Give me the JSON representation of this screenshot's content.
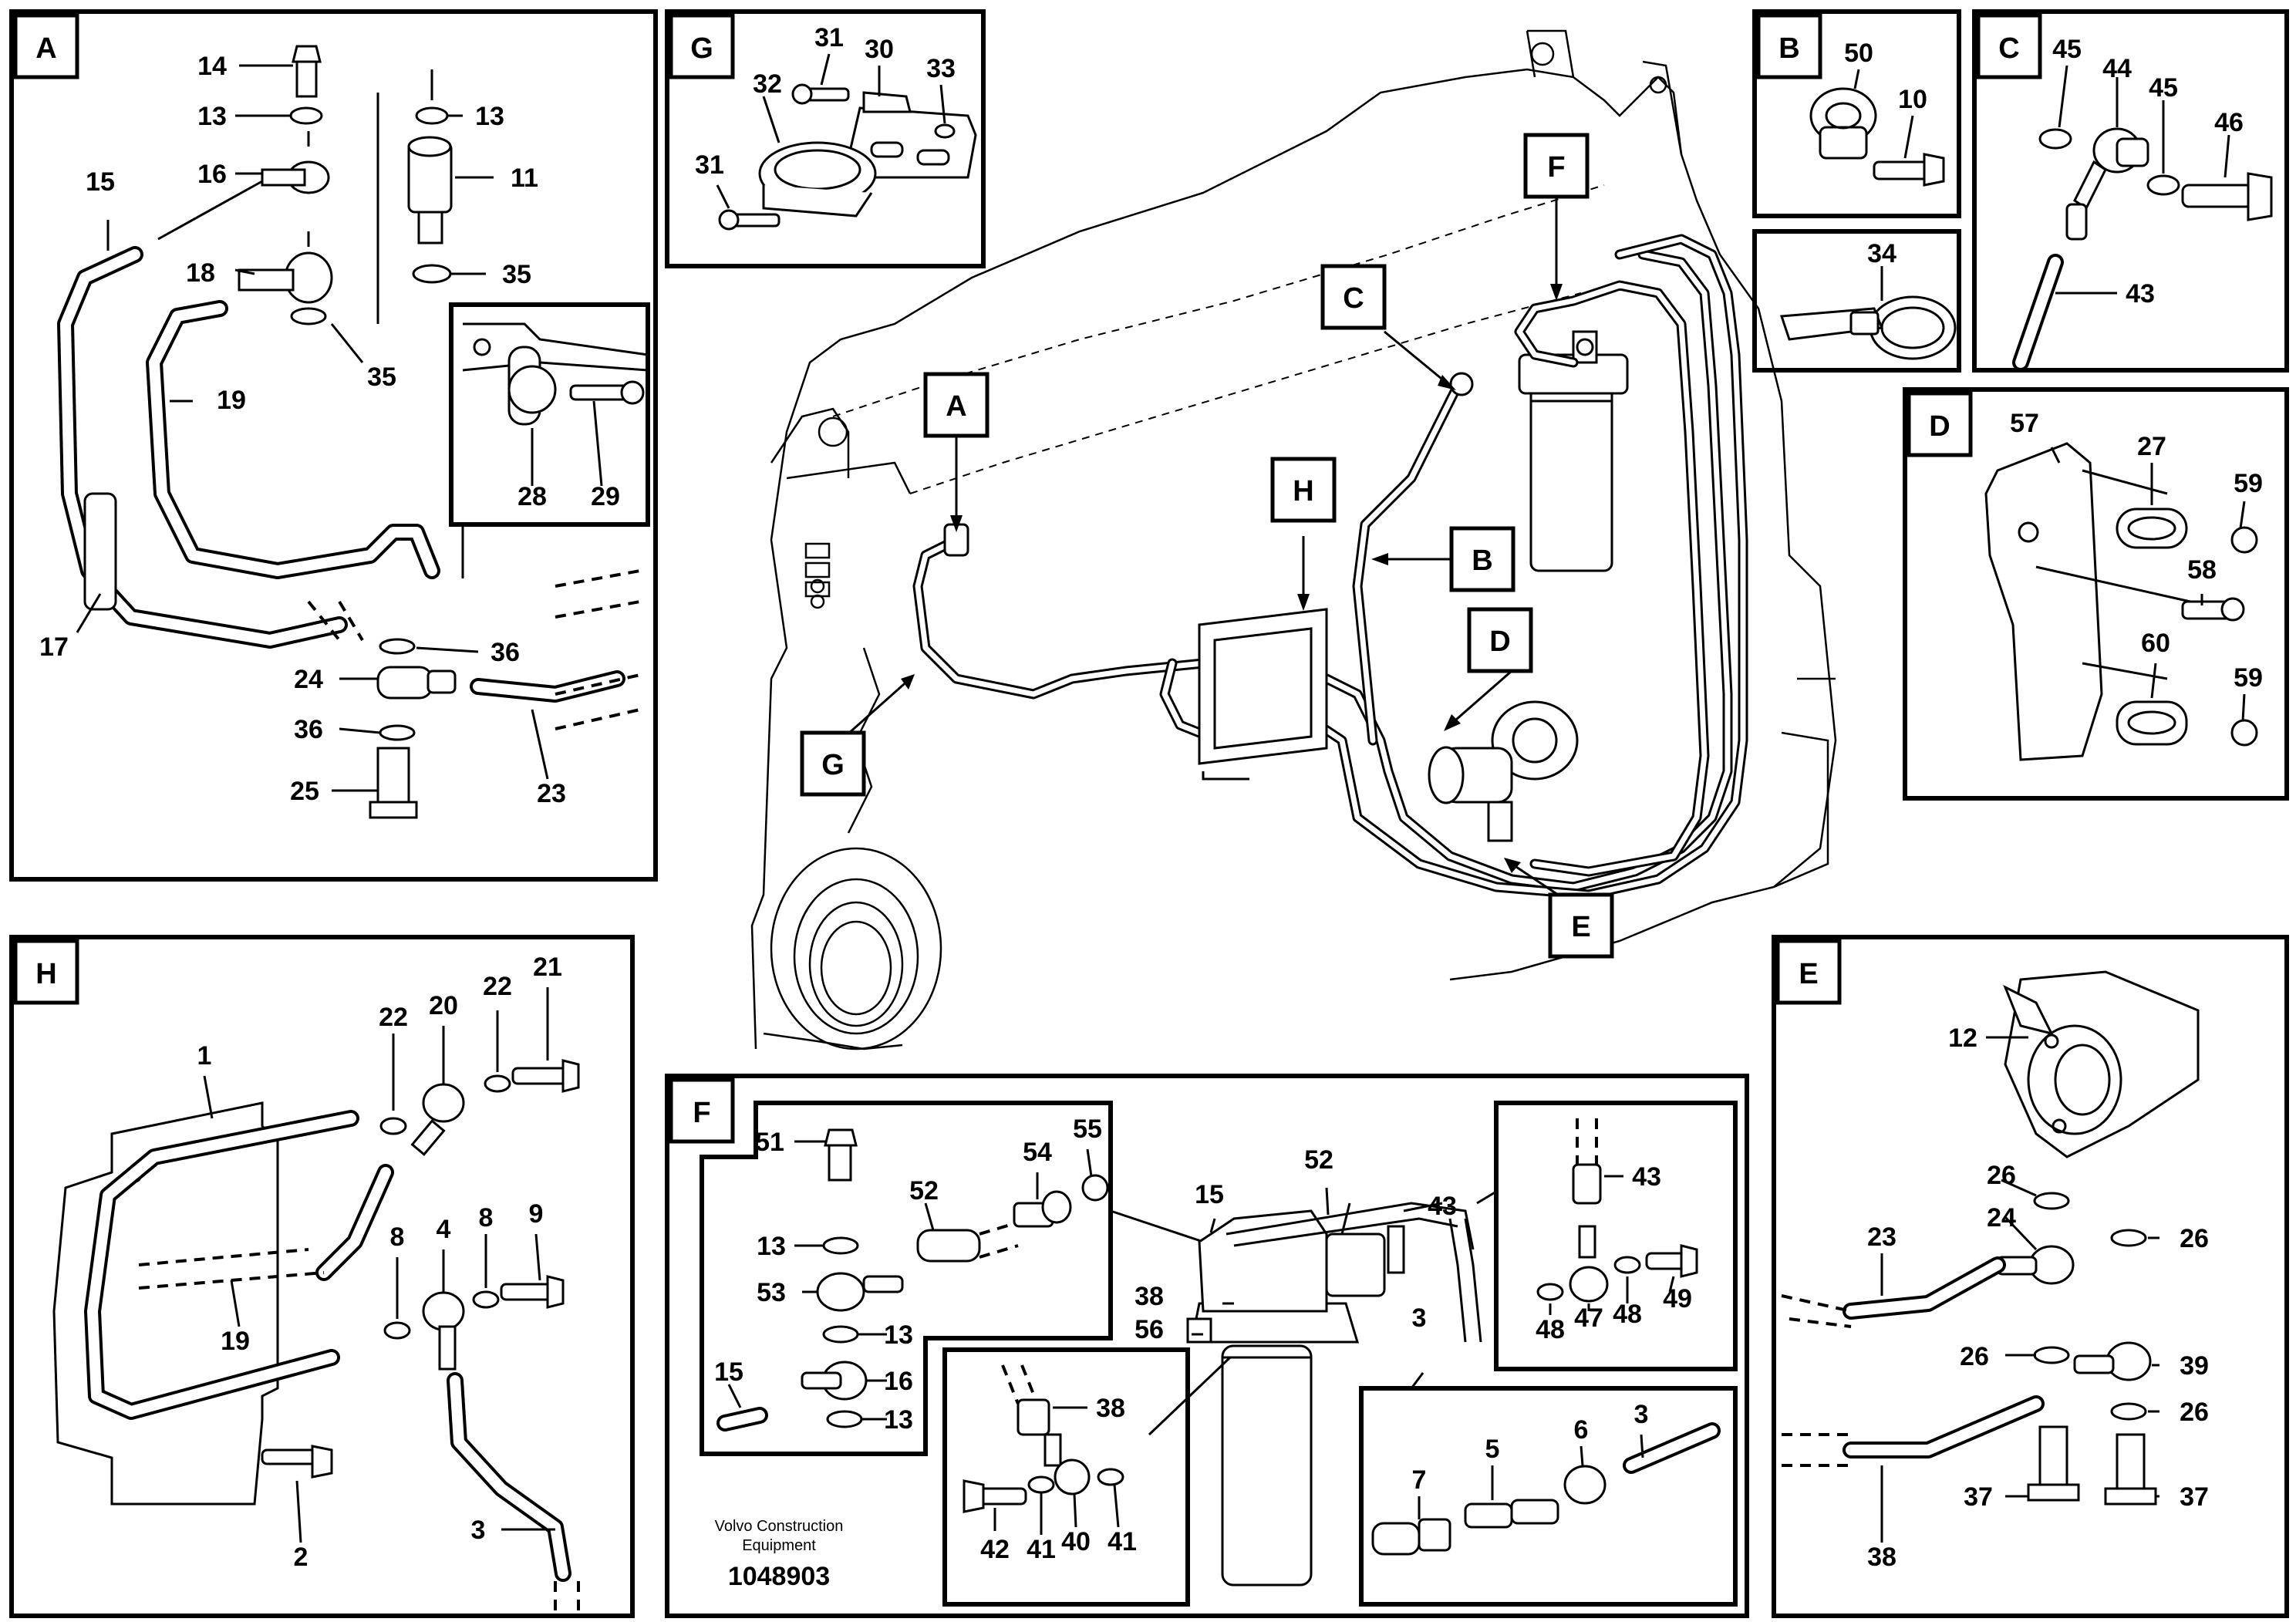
{
  "panels": {
    "A": {
      "letter": "A",
      "numbers": {
        "n14": "14",
        "n13a": "13",
        "n16": "16",
        "n15": "15",
        "n18": "18",
        "n19": "19",
        "n35a": "35",
        "n17": "17",
        "n24": "24",
        "n36a": "36",
        "n36b": "36",
        "n25": "25",
        "n23": "23",
        "n13b": "13",
        "n11": "11",
        "n35b": "35",
        "n28": "28",
        "n29": "29"
      }
    },
    "G": {
      "letter": "G",
      "numbers": {
        "n31a": "31",
        "n30": "30",
        "n33": "33",
        "n32": "32",
        "n31b": "31"
      }
    },
    "B": {
      "letter": "B",
      "numbers": {
        "n50": "50",
        "n10": "10"
      }
    },
    "C": {
      "letter": "C",
      "numbers": {
        "n45a": "45",
        "n44": "44",
        "n45b": "45",
        "n46": "46",
        "n43": "43"
      }
    },
    "band": {
      "numbers": {
        "n34": "34"
      }
    },
    "D": {
      "letter": "D",
      "numbers": {
        "n57": "57",
        "n27": "27",
        "n59a": "59",
        "n58": "58",
        "n60": "60",
        "n59b": "59"
      }
    },
    "H": {
      "letter": "H",
      "numbers": {
        "n1": "1",
        "n22a": "22",
        "n20": "20",
        "n22b": "22",
        "n21": "21",
        "n19": "19",
        "n4": "4",
        "n8a": "8",
        "n8b": "8",
        "n9": "9",
        "n2": "2",
        "n3": "3"
      }
    },
    "E": {
      "letter": "E",
      "numbers": {
        "n12": "12",
        "n26a": "26",
        "n24": "24",
        "n23": "23",
        "n26b": "26",
        "n26c": "26",
        "n39": "39",
        "n26d": "26",
        "n37a": "37",
        "n37b": "37",
        "n38": "38"
      }
    },
    "F": {
      "letter": "F",
      "numbers": {
        "n51": "51",
        "n52a": "52",
        "n54": "54",
        "n55": "55",
        "n13a": "13",
        "n53": "53",
        "n13b": "13",
        "n15a": "15",
        "n16": "16",
        "n13c": "13",
        "n15b": "15",
        "n52b": "52",
        "n43a": "43",
        "n38a": "38",
        "n56": "56",
        "n3a": "3",
        "n43b": "43",
        "n49": "49",
        "n48a": "48",
        "n47": "47",
        "n48b": "48",
        "n38b": "38",
        "n42": "42",
        "n41a": "41",
        "n40": "40",
        "n41b": "41",
        "n7": "7",
        "n5": "5",
        "n6": "6",
        "n3b": "3"
      }
    }
  },
  "overview": {
    "callouts": {
      "A": "A",
      "B": "B",
      "C": "C",
      "D": "D",
      "E": "E",
      "F": "F",
      "G": "G",
      "H": "H"
    }
  },
  "footer": {
    "line1": "Volvo Construction",
    "line2": "Equipment",
    "code": "1048903"
  }
}
